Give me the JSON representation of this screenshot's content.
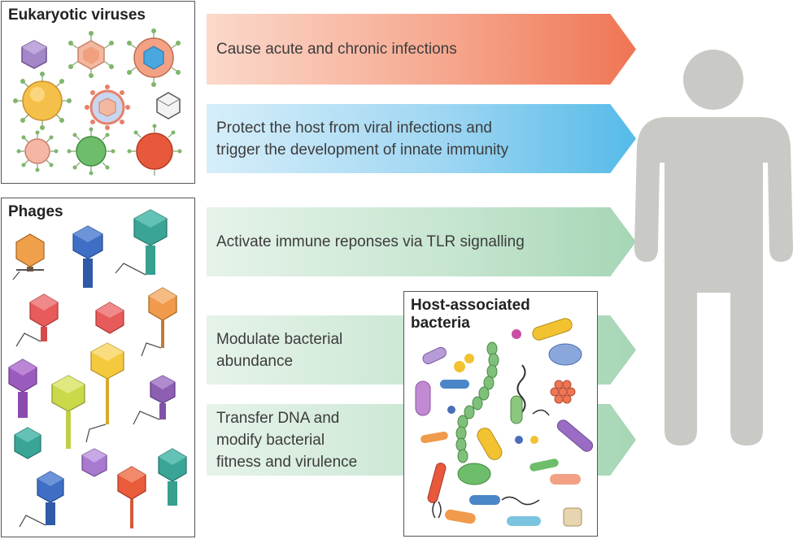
{
  "panels": {
    "eukaryotic": {
      "title": "Eukaryotic viruses"
    },
    "phages": {
      "title": "Phages"
    },
    "bacteria": {
      "title": "Host-associated\nbacteria"
    }
  },
  "effects": [
    {
      "label": "Cause acute and chronic infections",
      "color": "#ef7554"
    },
    {
      "label": "Protect the host from viral infections and\ntrigger the development of innate immunity",
      "color": "#55bbe8"
    },
    {
      "label": "Activate immune reponses via TLR signalling",
      "color": "#a6d6b5"
    },
    {
      "label": "Modulate bacterial\nabundance",
      "color": "#a6d6b5"
    },
    {
      "label": "Transfer DNA and\nmodify bacterial\nfitness and virulence",
      "color": "#a6d6b5"
    }
  ],
  "colors": {
    "human_figure": "#c9c9c5",
    "panel_border": "#555555"
  },
  "icons": {
    "host": "human-silhouette-icon",
    "eukaryotic_viruses": "virus-particle-icon",
    "phages": "bacteriophage-icon",
    "bacteria": "bacterium-icon"
  }
}
